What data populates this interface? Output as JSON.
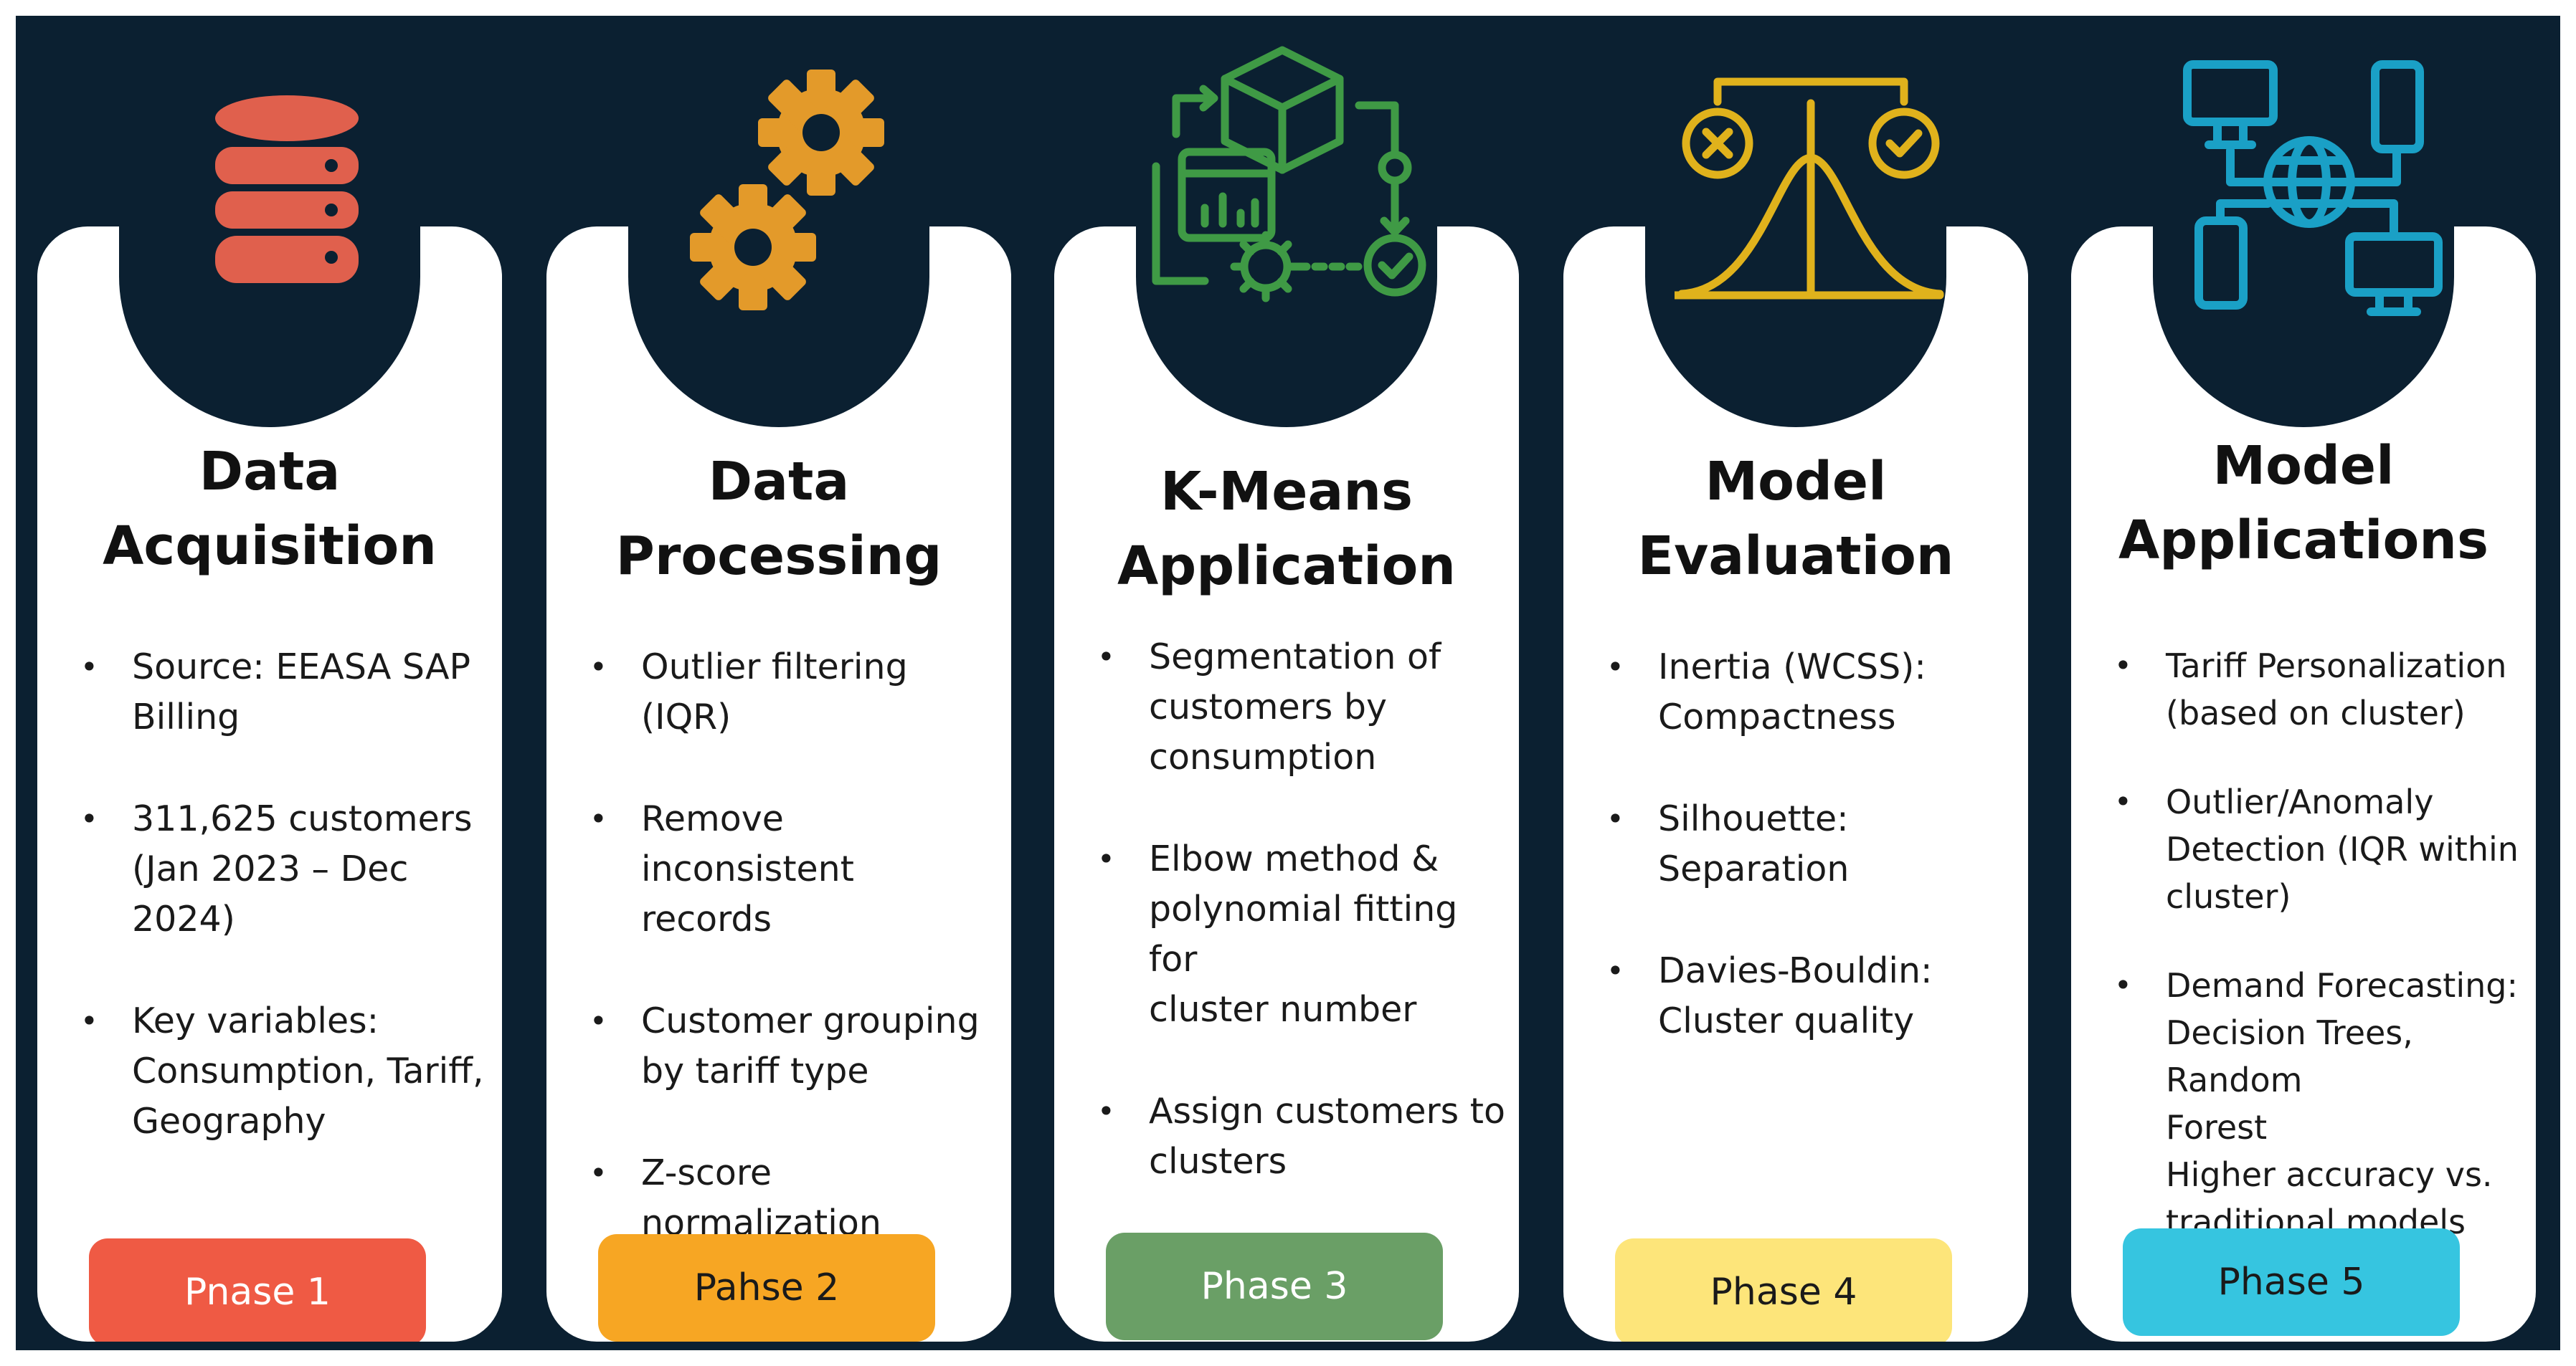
{
  "background_color": "#0b2031",
  "phases": [
    {
      "title_lines": [
        "Data",
        "Acquisition"
      ],
      "bullets": [
        [
          "Source: EEASA SAP",
          "Billing"
        ],
        [
          "311,625 customers",
          "(Jan 2023 – Dec",
          "2024)"
        ],
        [
          "Key variables:",
          "Consumption, Tariff,",
          "Geography"
        ]
      ],
      "phase_label": "Pnase 1",
      "icon": "database-icon",
      "icon_color": "#e0604d",
      "phase_color": "#ef5a44",
      "phase_text_color": "#ffffff"
    },
    {
      "title_lines": [
        "Data",
        "Processing"
      ],
      "bullets": [
        [
          " Outlier filtering",
          "(IQR)"
        ],
        [
          "Remove inconsistent",
          "records"
        ],
        [
          "Customer grouping",
          "by tariff type"
        ],
        [
          "Z-score",
          "normalization"
        ]
      ],
      "phase_label": "Pahse 2",
      "icon": "gears-icon",
      "icon_color": "#e39a2a",
      "phase_color": "#f7a623",
      "phase_text_color": "#1a1a1a"
    },
    {
      "title_lines": [
        "K-Means",
        "Application"
      ],
      "bullets": [
        [
          "Segmentation of",
          "customers by",
          "consumption"
        ],
        [
          "Elbow method &",
          "polynomial fitting for",
          "cluster number"
        ],
        [
          "Assign customers to",
          "clusters"
        ]
      ],
      "phase_label": "Phase 3",
      "icon": "workflow-cube-icon",
      "icon_color": "#3f9a45",
      "phase_color": "#6a9f66",
      "phase_text_color": "#ffffff"
    },
    {
      "title_lines": [
        "Model",
        "Evaluation"
      ],
      "bullets": [
        [
          "Inertia (WCSS):",
          "Compactness"
        ],
        [
          "Silhouette:",
          "Separation"
        ],
        [
          "Davies-Bouldin:",
          "Cluster quality"
        ]
      ],
      "phase_label": "Phase 4",
      "icon": "bell-curve-evaluation-icon",
      "icon_color": "#e0b21c",
      "phase_color": "#fde57a",
      "phase_text_color": "#1a1a1a"
    },
    {
      "title_lines": [
        "Model",
        "Applications"
      ],
      "bullets": [
        [
          "Tariff Personalization",
          "(based on cluster)"
        ],
        [
          "Outlier/Anomaly",
          "Detection (IQR within",
          "cluster)"
        ],
        [
          "Demand Forecasting:",
          "Decision Trees, Random",
          "Forest",
          "Higher accuracy vs.",
          "traditional models"
        ]
      ],
      "phase_label": "Phase 5",
      "icon": "network-devices-icon",
      "icon_color": "#1aa0c6",
      "phase_color": "#36c5e0",
      "phase_text_color": "#1a1a1a"
    }
  ]
}
